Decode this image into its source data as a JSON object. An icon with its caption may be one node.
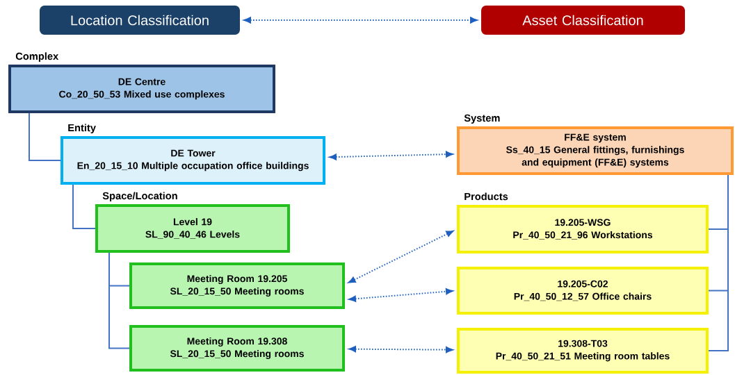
{
  "diagram": {
    "nodes": [
      {
        "text": [
          "Location Classification"
        ]
      },
      {
        "text": [
          "Asset Classification"
        ]
      },
      {
        "text": [
          "Complex",
          "DE Centre",
          "Co_20_50_53 Mixed use complexes"
        ]
      },
      {
        "text": [
          "Entity",
          "DE Tower",
          "En_20_15_10 Multiple occupation office buildings"
        ]
      },
      {
        "text": [
          "Space/Location",
          "Level 19",
          "SL_90_40_46 Levels"
        ]
      },
      {
        "text": [
          "Meeting Room 19.205",
          "SL_20_15_50 Meeting rooms"
        ]
      },
      {
        "text": [
          "Meeting Room 19.308",
          "SL_20_15_50 Meeting rooms"
        ]
      },
      {
        "text": [
          "System",
          "FF&E system",
          "Ss_40_15  General fittings, furnishings and equipment (FF&E) systems"
        ]
      },
      {
        "text": [
          "Products",
          "19.205-WSG",
          "Pr_40_50_21_96 Workstations"
        ]
      },
      {
        "text": [
          "19.205-C02",
          "Pr_40_50_12_57 Office chairs"
        ]
      },
      {
        "text": [
          "19.308-T03",
          "Pr_40_50_21_51 Meeting room tables"
        ]
      }
    ],
    "edges": [
      {
        "from": 0,
        "to": 1,
        "arrow": "both",
        "style": "dashed"
      },
      {
        "from": 2,
        "to": 3,
        "arrow": "none"
      },
      {
        "from": 3,
        "to": 4,
        "arrow": "none"
      },
      {
        "from": 4,
        "to": 5,
        "arrow": "none"
      },
      {
        "from": 4,
        "to": 6,
        "arrow": "none"
      },
      {
        "from": 3,
        "to": 7,
        "arrow": "both",
        "style": "dashed"
      },
      {
        "from": 5,
        "to": 8,
        "arrow": "both",
        "style": "dashed"
      },
      {
        "from": 5,
        "to": 9,
        "arrow": "both",
        "style": "dashed"
      },
      {
        "from": 6,
        "to": 10,
        "arrow": "both",
        "style": "dashed"
      },
      {
        "from": 7,
        "to": 8,
        "arrow": "none"
      },
      {
        "from": 7,
        "to": 9,
        "arrow": "none"
      },
      {
        "from": 7,
        "to": 10,
        "arrow": "none"
      }
    ]
  }
}
